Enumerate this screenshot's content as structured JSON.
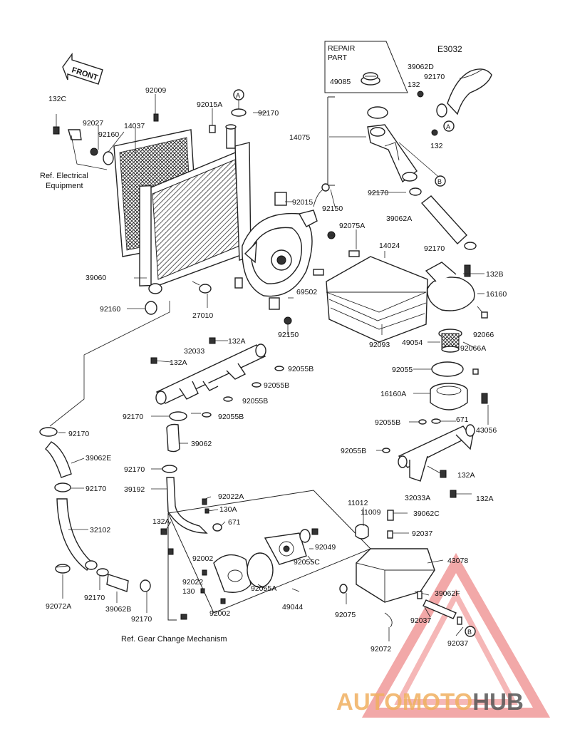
{
  "diagram": {
    "code": "E3032",
    "front_label": "FRONT",
    "repair_part_line1": "REPAIR",
    "repair_part_line2": "PART",
    "ref_electrical_line1": "Ref. Electrical",
    "ref_electrical_line2": "Equipment",
    "ref_gear_change": "Ref. Gear Change Mechanism",
    "markers": [
      "A",
      "A",
      "B",
      "B"
    ]
  },
  "watermark": {
    "part1": "AUTOMOTO",
    "part2": "HUB",
    "color_light": "#f2b870",
    "color_red": "#e04848",
    "color_dark": "#5a5a5a"
  },
  "parts": {
    "p132c": "132C",
    "p92009": "92009",
    "p92015a": "92015A",
    "p92170_top": "92170",
    "p92027": "92027",
    "p14037": "14037",
    "p92160_a": "92160",
    "p49085": "49085",
    "p39062d": "39062D",
    "p92170_r": "92170",
    "p132_a": "132",
    "p132_b": "132",
    "p14075": "14075",
    "p92170_c": "92170",
    "p39062a": "39062A",
    "p92170_d": "92170",
    "p92015": "92015",
    "p92150_a": "92150",
    "p92075a": "92075A",
    "p14024": "14024",
    "p132b": "132B",
    "p16160": "16160",
    "p39060": "39060",
    "p69502": "69502",
    "p92160_b": "92160",
    "p27010": "27010",
    "p92150_b": "92150",
    "p92066": "92066",
    "p92093": "92093",
    "p49054": "49054",
    "p92066a": "92066A",
    "p132a_1": "132A",
    "p32033": "32033",
    "p132a_2": "132A",
    "p92055b_1": "92055B",
    "p92055b_2": "92055B",
    "p92055b_3": "92055B",
    "p92055": "92055",
    "p16160a": "16160A",
    "p92170_e": "92170",
    "p92055b_4": "92055B",
    "p92055b_5": "92055B",
    "p671_a": "671",
    "p43056": "43056",
    "p92170_f": "92170",
    "p39062e": "39062E",
    "p39062": "39062",
    "p92055b_6": "92055B",
    "p132a_3": "132A",
    "p92170_g": "92170",
    "p92170_h": "92170",
    "p32033a": "32033A",
    "p132a_4": "132A",
    "p39192": "39192",
    "p92022a": "92022A",
    "p130a": "130A",
    "p11012": "11012",
    "p11009": "11009",
    "p39062c": "39062C",
    "p132a_5": "132A",
    "p671_b": "671",
    "p32102": "32102",
    "p92037_a": "92037",
    "p92049": "92049",
    "p92002_a": "92002",
    "p43078": "43078",
    "p92022": "92022",
    "p130": "130",
    "p92055c": "92055C",
    "p92055a": "92055A",
    "p49044": "49044",
    "p92002_b": "92002",
    "p92072a": "92072A",
    "p92170_i": "92170",
    "p39062b": "39062B",
    "p92170_j": "92170",
    "p92075": "92075",
    "p39062f": "39062F",
    "p92037_b": "92037",
    "p92072": "92072",
    "p92037_c": "92037"
  }
}
